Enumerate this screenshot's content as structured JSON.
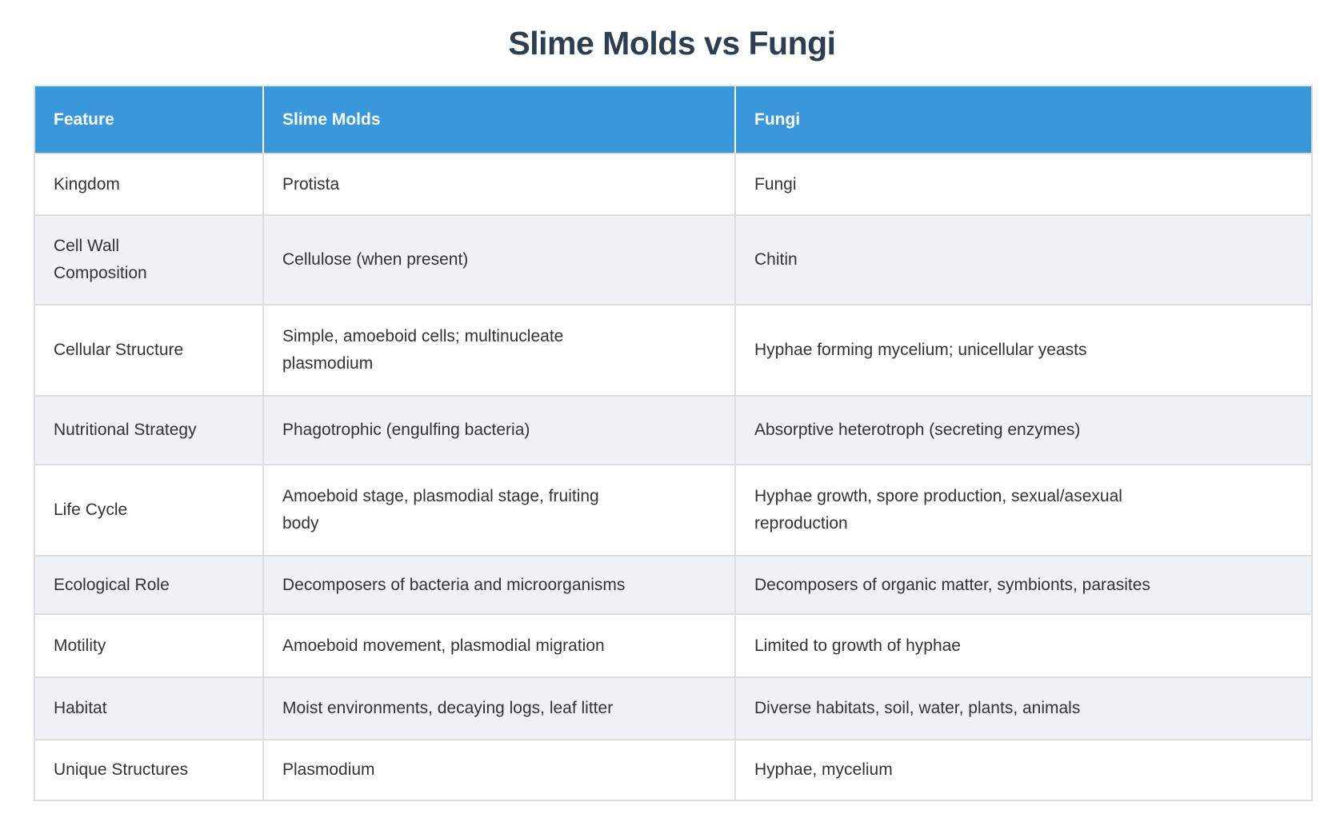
{
  "page": {
    "title": "Slime Molds vs Fungi"
  },
  "table": {
    "headers": {
      "feature": "Feature",
      "slime_molds": "Slime Molds",
      "fungi": "Fungi"
    },
    "rows": [
      {
        "feature": "Kingdom",
        "slime_molds": "Protista",
        "fungi": "Fungi"
      },
      {
        "feature": "Cell Wall\nComposition",
        "slime_molds": "Cellulose (when present)",
        "fungi": "Chitin"
      },
      {
        "feature": "Cellular Structure",
        "slime_molds": "Simple, amoeboid cells; multinucleate\nplasmodium",
        "fungi": "Hyphae forming mycelium; unicellular yeasts"
      },
      {
        "feature": "Nutritional Strategy",
        "slime_molds": "Phagotrophic (engulfing bacteria)",
        "fungi": "Absorptive heterotroph (secreting enzymes)"
      },
      {
        "feature": "Life Cycle",
        "slime_molds": "Amoeboid stage, plasmodial stage, fruiting\nbody",
        "fungi": "Hyphae growth, spore production, sexual/asexual\nreproduction"
      },
      {
        "feature": "Ecological Role",
        "slime_molds": "Decomposers of bacteria and microorganisms",
        "fungi": "Decomposers of organic matter, symbionts, parasites"
      },
      {
        "feature": "Motility",
        "slime_molds": "Amoeboid movement, plasmodial migration",
        "fungi": "Limited to growth of hyphae"
      },
      {
        "feature": "Habitat",
        "slime_molds": "Moist environments, decaying logs, leaf litter",
        "fungi": "Diverse habitats, soil, water, plants, animals"
      },
      {
        "feature": "Unique Structures",
        "slime_molds": "Plasmodium",
        "fungi": "Hyphae, mycelium"
      }
    ]
  },
  "colors": {
    "header_bg": "#3898db",
    "header_text": "#ffffff",
    "stripe_bg": "#eef1f6",
    "row_bg": "#ffffff",
    "border": "#dddddd",
    "title_text": "#2c3e50",
    "body_text": "#333333"
  }
}
